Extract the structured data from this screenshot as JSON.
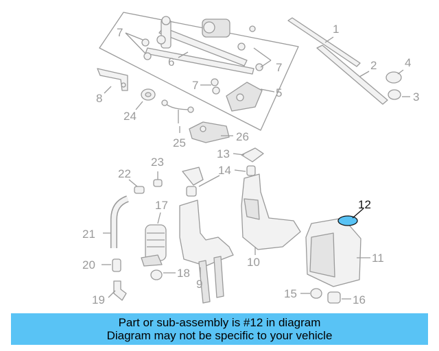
{
  "callouts": {
    "c1": "1",
    "c2": "2",
    "c3": "3",
    "c4": "4",
    "c5": "5",
    "c6": "6",
    "c7a": "7",
    "c7b": "7",
    "c7c": "7",
    "c8": "8",
    "c9": "9",
    "c10": "10",
    "c11": "11",
    "c12": "12",
    "c13": "13",
    "c14": "14",
    "c15": "15",
    "c16": "16",
    "c17": "17",
    "c18": "18",
    "c19": "19",
    "c20": "20",
    "c21": "21",
    "c22": "22",
    "c23": "23",
    "c24": "24",
    "c25": "25",
    "c26": "26"
  },
  "highlight": {
    "part_number": "12",
    "color": "#59c3f5"
  },
  "colors": {
    "line_gray": "#9a9a9a",
    "banner_blue": "#59c3f5"
  },
  "banner": {
    "line1": "Part or sub-assembly is #12 in diagram",
    "line2": "Diagram may not be specific to your vehicle"
  }
}
